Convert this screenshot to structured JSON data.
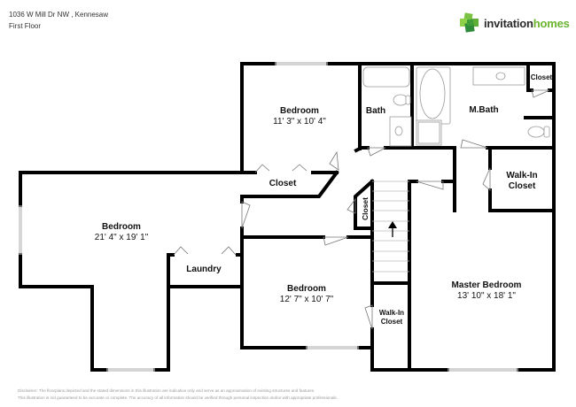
{
  "header": {
    "address": "1036 W Mill Dr NW , Kennesaw",
    "floor": "First Floor"
  },
  "logo": {
    "brand_part1": "invitation",
    "brand_part2": "homes",
    "icon": "invitation-homes-logo-icon",
    "colors": {
      "dark_green": "#2e8b3a",
      "light_green": "#7cc242",
      "text_dark": "#2b2b2b",
      "text_green": "#6bb42f"
    }
  },
  "rooms": [
    {
      "id": "bedroom-left",
      "name": "Bedroom",
      "dims": "21' 4\" x 19' 1\""
    },
    {
      "id": "laundry",
      "name": "Laundry",
      "dims": ""
    },
    {
      "id": "bedroom-top",
      "name": "Bedroom",
      "dims": "11' 3\" x 10' 4\""
    },
    {
      "id": "closet-top",
      "name": "Closet",
      "dims": ""
    },
    {
      "id": "bath",
      "name": "Bath",
      "dims": ""
    },
    {
      "id": "mbath",
      "name": "M.Bath",
      "dims": ""
    },
    {
      "id": "closet-mbath",
      "name": "Closet",
      "dims": ""
    },
    {
      "id": "walkin-master",
      "name": "Walk-In",
      "name2": "Closet",
      "dims": ""
    },
    {
      "id": "closet-hall",
      "name": "Closet",
      "dims": ""
    },
    {
      "id": "bedroom-mid",
      "name": "Bedroom",
      "dims": "12' 7\" x 10' 7\""
    },
    {
      "id": "walkin-mid",
      "name": "Walk-In",
      "name2": "Closet",
      "dims": ""
    },
    {
      "id": "master-bedroom",
      "name": "Master Bedroom",
      "dims": "13' 10\" x 18' 1\""
    }
  ],
  "disclaimer": {
    "line1": "Disclaimer: The floorplans depicted and the stated dimensions in this illustration are indicative only and serve as an approximation of existing structures and features.",
    "line2": "This illustration is not guaranteed to be accurate or complete. The accuracy of all information should be verified through personal inspection and/or with appropriate professionals."
  },
  "colors": {
    "wall": "#000000",
    "fixture": "#999999",
    "window": "#bbbbbb",
    "background": "#ffffff"
  }
}
